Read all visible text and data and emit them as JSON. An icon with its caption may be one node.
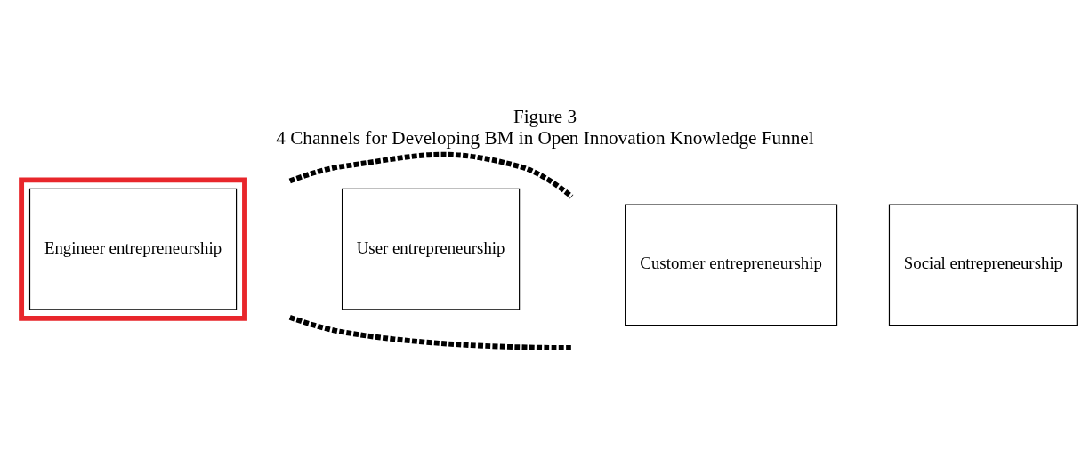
{
  "diagram": {
    "title": "Figure 3",
    "caption": "4 Channels for Developing BM in Open Innovation Knowledge Funnel",
    "nodes": [
      {
        "text": [],
        "shape": "box"
      },
      {
        "text": [
          "Engineer entrepreneurship"
        ],
        "in": 0
      },
      {
        "text": [
          "User entrepreneurship"
        ]
      },
      {
        "text": [
          "Customer entrepreneurship"
        ]
      },
      {
        "text": [
          "Social entrepreneurship"
        ]
      }
    ],
    "edges": []
  }
}
